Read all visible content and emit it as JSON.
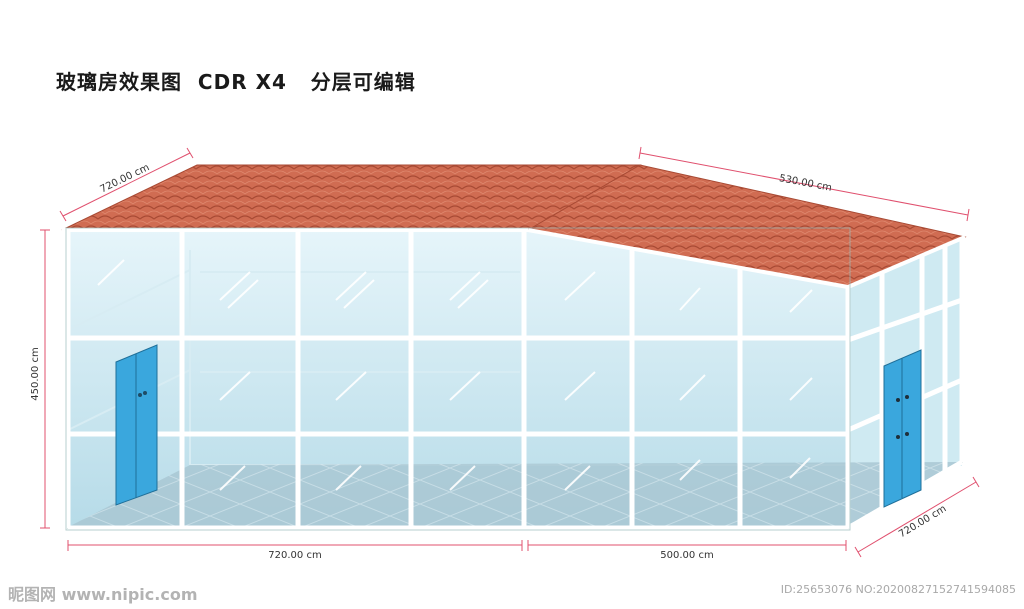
{
  "title": "玻璃房效果图  CDR X4   分层可编辑",
  "dimensions": {
    "roof_left_width": "720.00 cm",
    "roof_right_width": "530.00 cm",
    "height": "450.00 cm",
    "front_left_width": "720.00 cm",
    "front_right_width": "500.00 cm",
    "side_depth": "720.00 cm"
  },
  "watermark": {
    "site": "昵图网 www.nipic.com",
    "id": "ID:25653076 NO:20200827152741594085"
  },
  "colors": {
    "roof_tile": "#d06c52",
    "glass": "#bfe3ee",
    "frame": "#ffffff",
    "door": "#3aa7dd",
    "dimension_line": "#e0506e"
  }
}
